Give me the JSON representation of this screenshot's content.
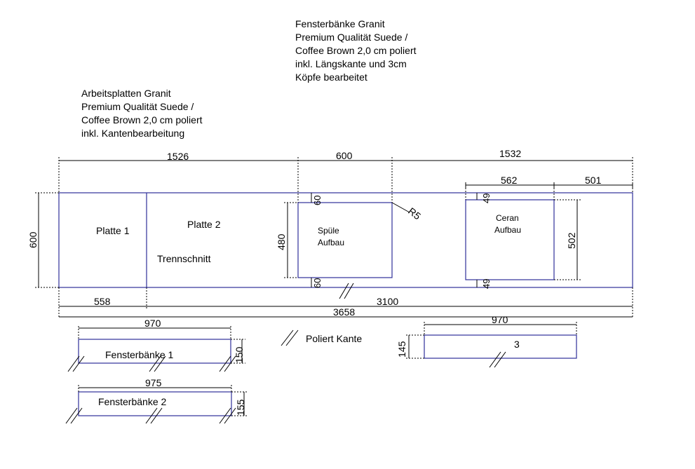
{
  "notes": {
    "fensterbaenke": [
      "Fensterbänke Granit",
      "Premium Qualität Suede /",
      "Coffee Brown 2,0 cm poliert",
      "inkl. Längskante und 3cm",
      "Köpfe bearbeitet"
    ],
    "arbeitsplatten": [
      "Arbeitsplatten Granit",
      "Premium Qualität Suede /",
      "Coffee Brown 2,0 cm poliert",
      "inkl. Kantenbearbeitung"
    ]
  },
  "labels": {
    "platte1": "Platte 1",
    "platte2": "Platte 2",
    "trennschnitt": "Trennschnitt",
    "spuele_line1": "Spüle",
    "spuele_line2": "Aufbau",
    "ceran_line1": "Ceran",
    "ceran_line2": "Aufbau",
    "poliert_kante": "Poliert Kante",
    "fb1": "Fensterbänke 1",
    "fb2": "Fensterbänke 2",
    "fb3": "3",
    "radius": "R5",
    "polish_mark": "//"
  },
  "dimensions": {
    "d1526": "1526",
    "d600_top": "600",
    "d1532": "1532",
    "d562": "562",
    "d501": "501",
    "d600_left": "600",
    "d60_top": "60",
    "d480": "480",
    "d60_bottom": "60",
    "d49_top": "49",
    "d49_bottom": "49",
    "d502": "502",
    "d558": "558",
    "d3100": "3100",
    "d3658": "3658",
    "d970_fb1": "970",
    "d150": "150",
    "d975": "975",
    "d155": "155",
    "d970_fb3": "970",
    "d145": "145"
  },
  "colors": {
    "outline": "#2f2f9a",
    "dimension": "#000000"
  }
}
